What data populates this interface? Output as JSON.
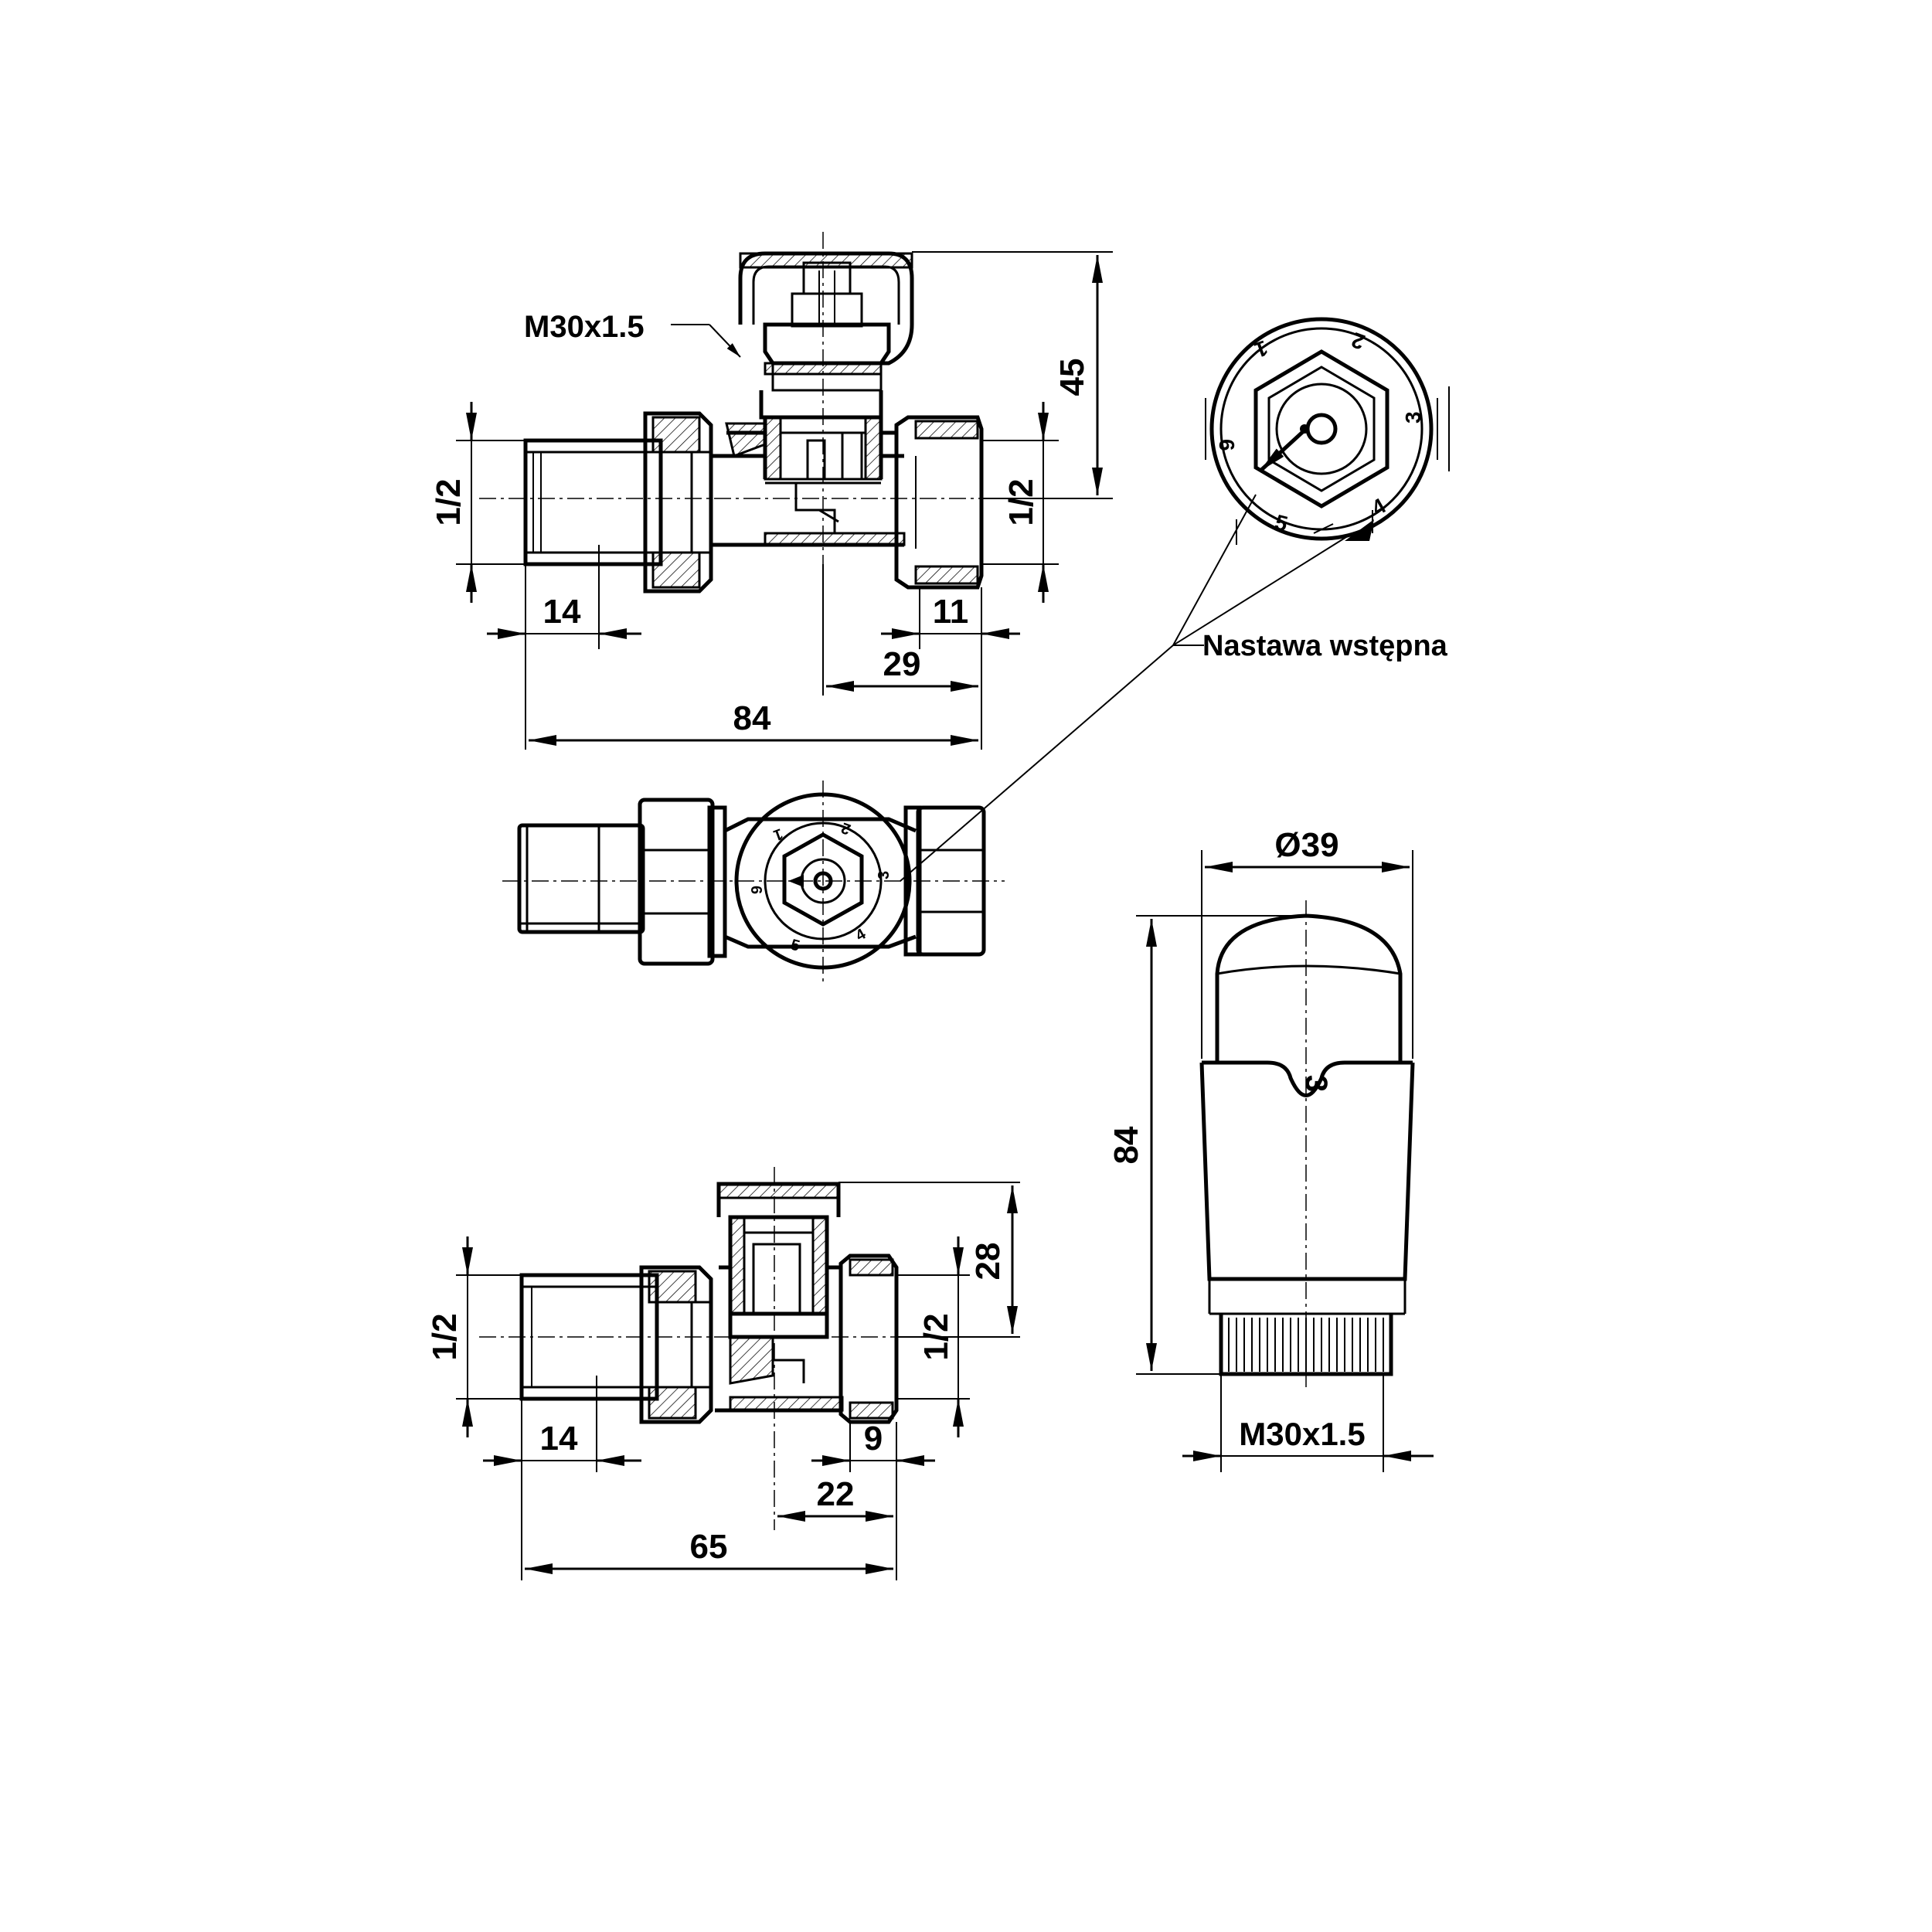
{
  "colors": {
    "ink": "#000000",
    "paper": "#ffffff"
  },
  "valve_straight": {
    "thread_label": "M30x1.5",
    "height": "45",
    "pipe_left": "1/2",
    "pipe_right": "1/2",
    "tail_length": "14",
    "nut_length": "11",
    "axis_offset": "29",
    "overall_length": "84"
  },
  "preset_callout": {
    "label": "Nastawa wstępna"
  },
  "preset_dial": {
    "marks": [
      "1",
      "2",
      "3",
      "4",
      "5",
      "6"
    ]
  },
  "valve_angle": {
    "height": "28",
    "pipe_left": "1/2",
    "pipe_right": "1/2",
    "tail_length": "14",
    "nut_length": "9",
    "axis_offset": "22",
    "overall_length": "65"
  },
  "thermostatic_head": {
    "diameter": "Ø39",
    "height": "84",
    "thread_label": "M30x1.5",
    "scale_mark": "3"
  }
}
